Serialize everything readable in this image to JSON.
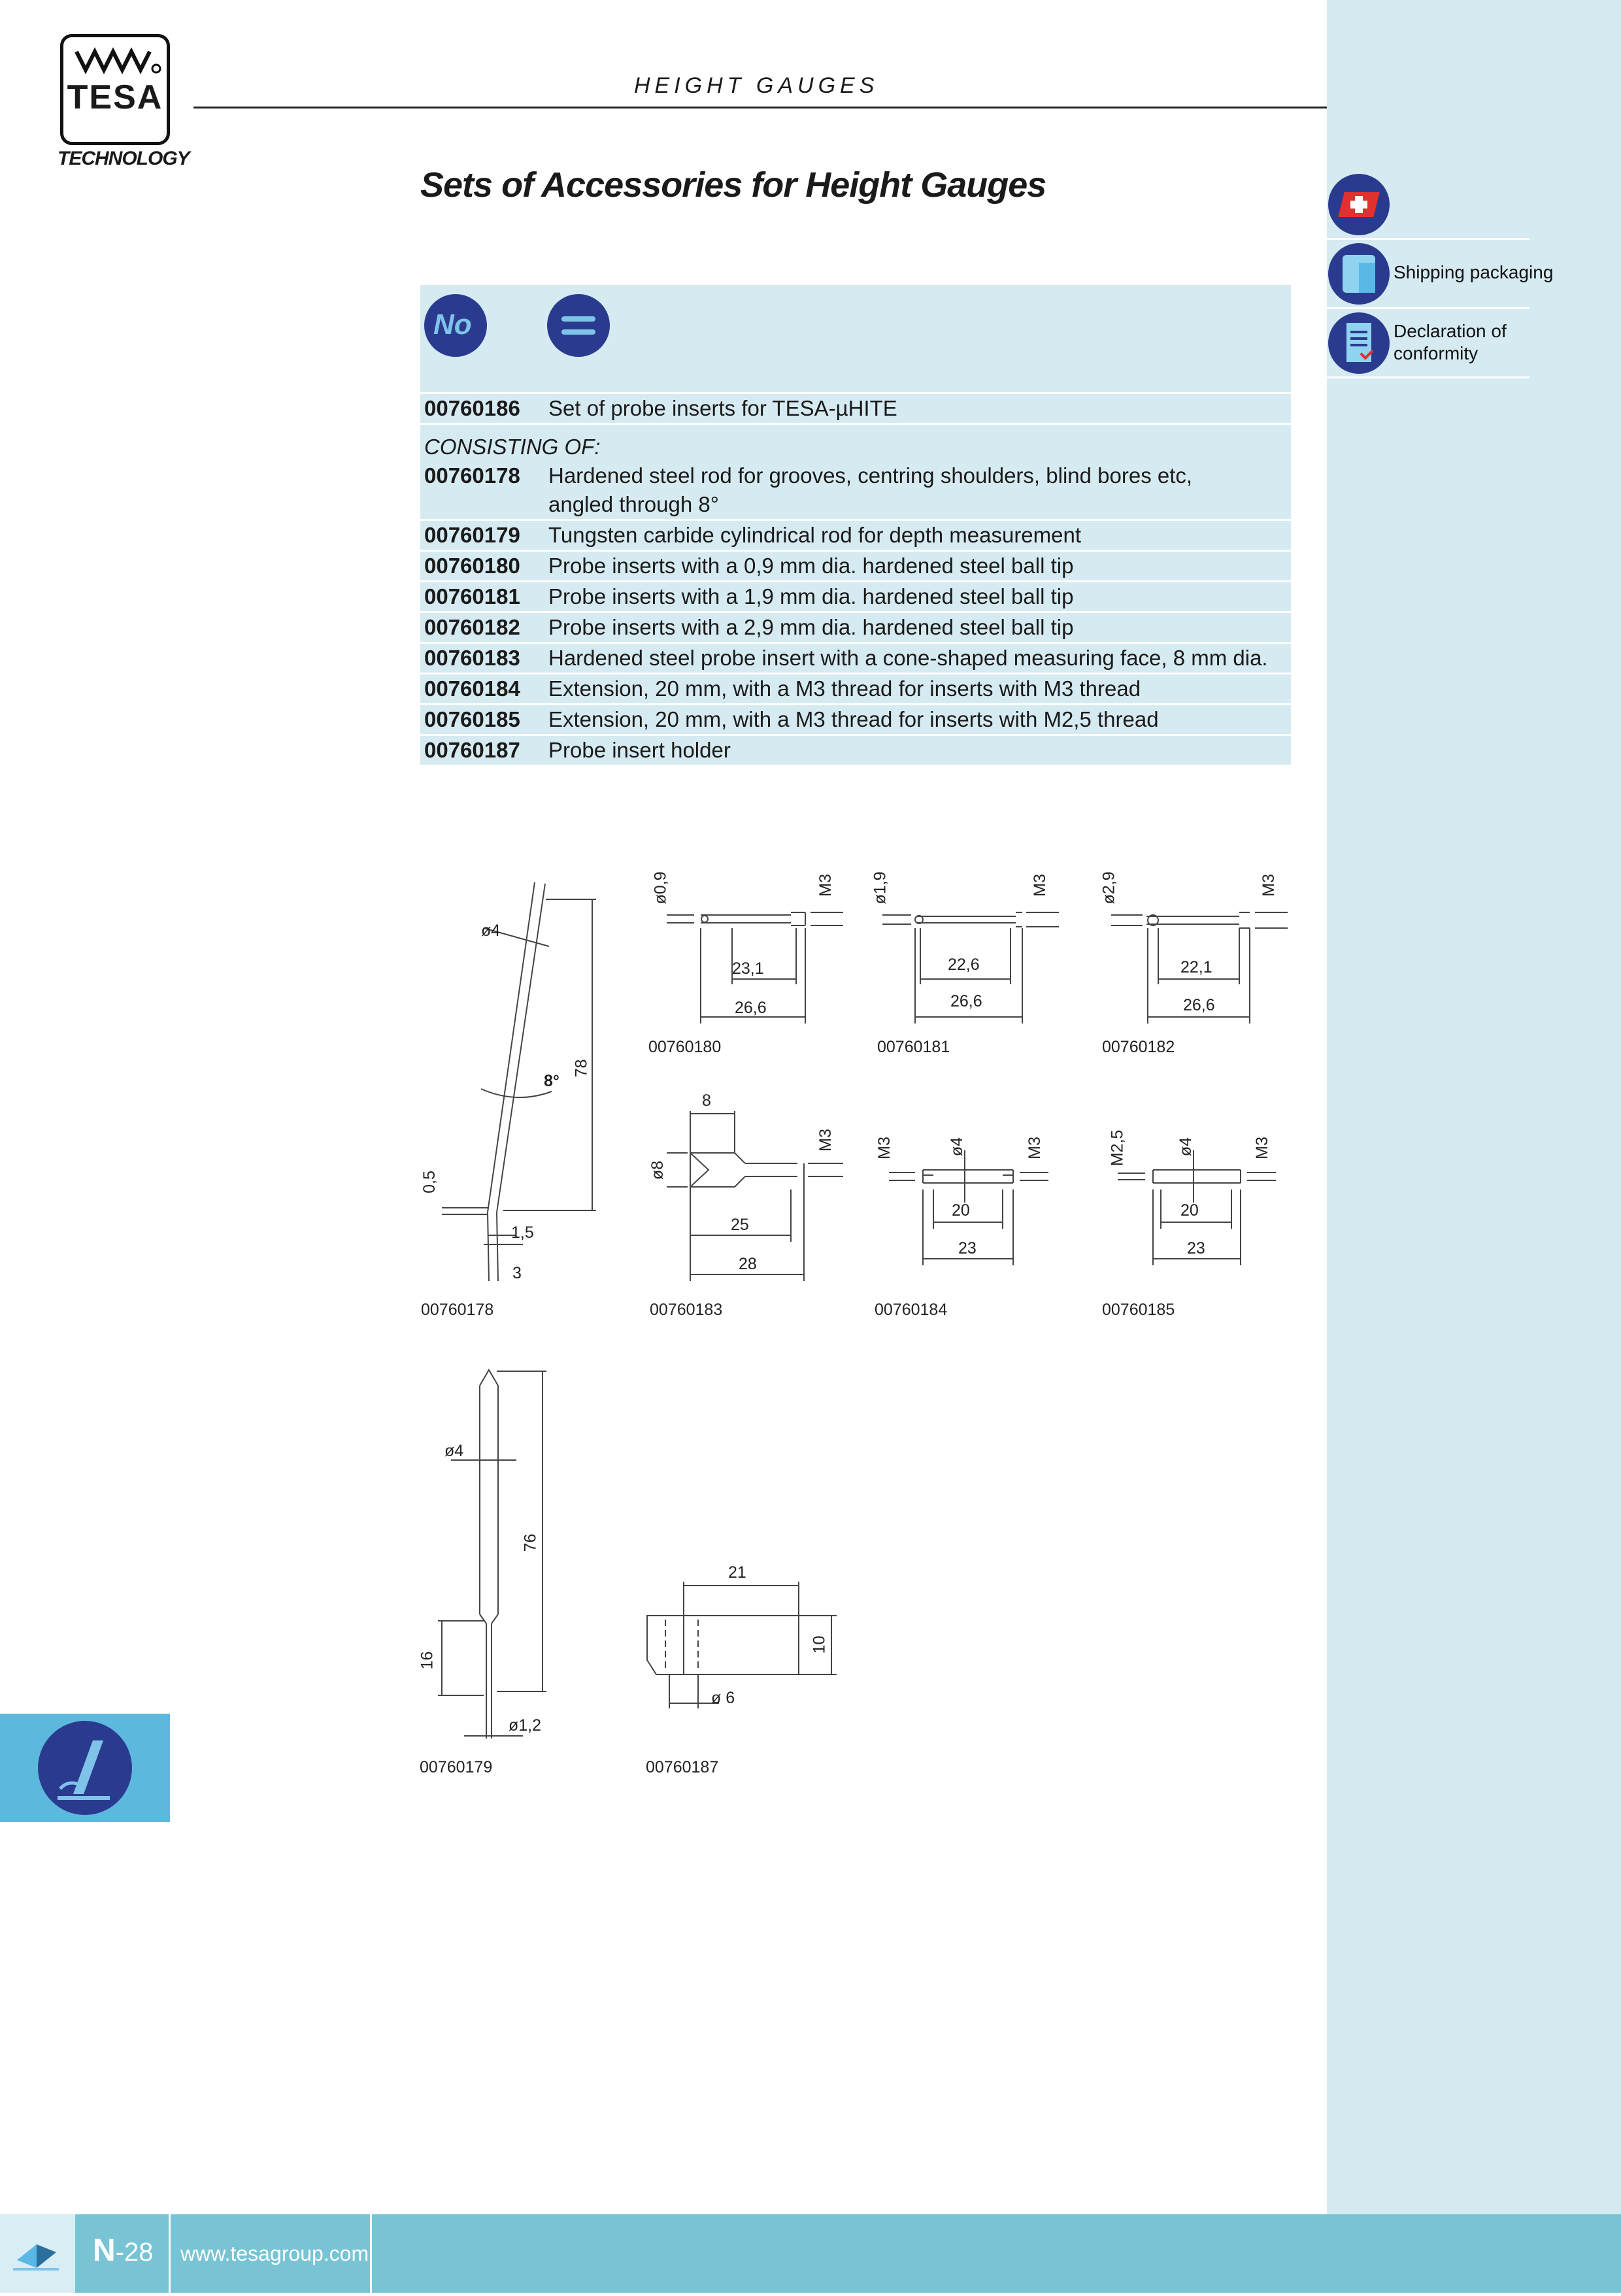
{
  "header": {
    "section": "HEIGHT GAUGES",
    "logo_text": "TESA",
    "logo_sub": "TECHNOLOGY"
  },
  "title": "Sets of Accessories for Height Gauges",
  "table": {
    "head_icon_1": "No",
    "main_row": {
      "code": "00760186",
      "desc": "Set of probe inserts for TESA-µHITE"
    },
    "consisting_label": "CONSISTING OF:",
    "rows": [
      {
        "code": "00760178",
        "desc": "Hardened steel rod for grooves, centring shoulders, blind bores etc,",
        "desc2": "angled through 8°"
      },
      {
        "code": "00760179",
        "desc": "Tungsten carbide cylindrical rod for depth measurement"
      },
      {
        "code": "00760180",
        "desc": "Probe inserts with a 0,9 mm dia. hardened steel ball tip"
      },
      {
        "code": "00760181",
        "desc": "Probe inserts with a 1,9 mm dia. hardened steel ball tip"
      },
      {
        "code": "00760182",
        "desc": "Probe inserts with a 2,9 mm dia. hardened steel ball tip"
      },
      {
        "code": "00760183",
        "desc": "Hardened steel probe insert with a cone-shaped measuring face, 8 mm dia."
      },
      {
        "code": "00760184",
        "desc": "Extension, 20 mm, with a M3 thread for inserts with M3 thread"
      },
      {
        "code": "00760185",
        "desc": "Extension, 20 mm, with a M3 thread for inserts with M2,5 thread"
      },
      {
        "code": "00760187",
        "desc": "Probe insert holder"
      }
    ]
  },
  "sidebar": {
    "items": [
      {
        "label": "",
        "icon": "swiss-cross-icon"
      },
      {
        "label": "Shipping packaging",
        "icon": "box-icon"
      },
      {
        "label": "Declaration of",
        "label2": "conformity",
        "icon": "document-check-icon"
      }
    ]
  },
  "drawings": {
    "d178": {
      "code": "00760178",
      "dia": "ø4",
      "angle": "8°",
      "length": "78",
      "thick": "0,5",
      "w1": "1,5",
      "w2": "3"
    },
    "d180": {
      "code": "00760180",
      "dia": "ø0,9",
      "thread": "M3",
      "l1": "23,1",
      "l2": "26,6"
    },
    "d181": {
      "code": "00760181",
      "dia": "ø1,9",
      "thread": "M3",
      "l1": "22,6",
      "l2": "26,6"
    },
    "d182": {
      "code": "00760182",
      "dia": "ø2,9",
      "thread": "M3",
      "l1": "22,1",
      "l2": "26,6"
    },
    "d183": {
      "code": "00760183",
      "top": "8",
      "dia": "ø8",
      "thread": "M3",
      "l1": "25",
      "l2": "28"
    },
    "d184": {
      "code": "00760184",
      "t1": "M3",
      "dia": "ø4",
      "t2": "M3",
      "l1": "20",
      "l2": "23"
    },
    "d185": {
      "code": "00760185",
      "t1": "M2,5",
      "dia": "ø4",
      "t2": "M3",
      "l1": "20",
      "l2": "23"
    },
    "d179": {
      "code": "00760179",
      "dia": "ø4",
      "length": "76",
      "l16": "16",
      "tip": "ø1,2"
    },
    "d187": {
      "code": "00760187",
      "w": "21",
      "h": "10",
      "hole": "ø 6"
    }
  },
  "footer": {
    "section": "N",
    "page": "-28",
    "url": "www.tesagroup.com"
  }
}
